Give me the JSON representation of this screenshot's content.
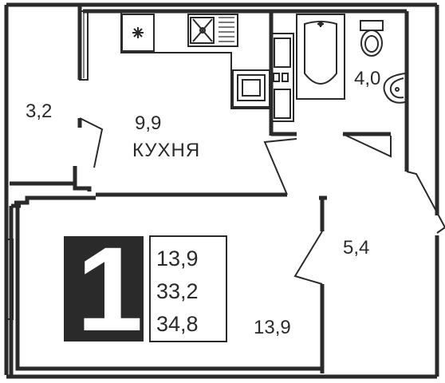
{
  "plan": {
    "rooms_count": "1",
    "summary": {
      "living_area": "13,9",
      "total_area": "33,2",
      "total_with_balcony": "34,8"
    },
    "rooms": [
      {
        "id": "loggia",
        "area": "3,2",
        "name": ""
      },
      {
        "id": "kitchen",
        "area": "9,9",
        "name": "КУХНЯ"
      },
      {
        "id": "bathroom",
        "area": "4,0",
        "name": ""
      },
      {
        "id": "hallway",
        "area": "5,4",
        "name": ""
      },
      {
        "id": "living-room",
        "area": "13,9",
        "name": ""
      }
    ],
    "icons": [
      "stove-icon",
      "sink-icon",
      "bathtub-icon",
      "toilet-icon",
      "washbasin-icon",
      "fridge-icon"
    ],
    "colors": {
      "ink": "#2a2a2a",
      "badge_bg": "#2a2a2a",
      "background": "#ffffff"
    }
  }
}
